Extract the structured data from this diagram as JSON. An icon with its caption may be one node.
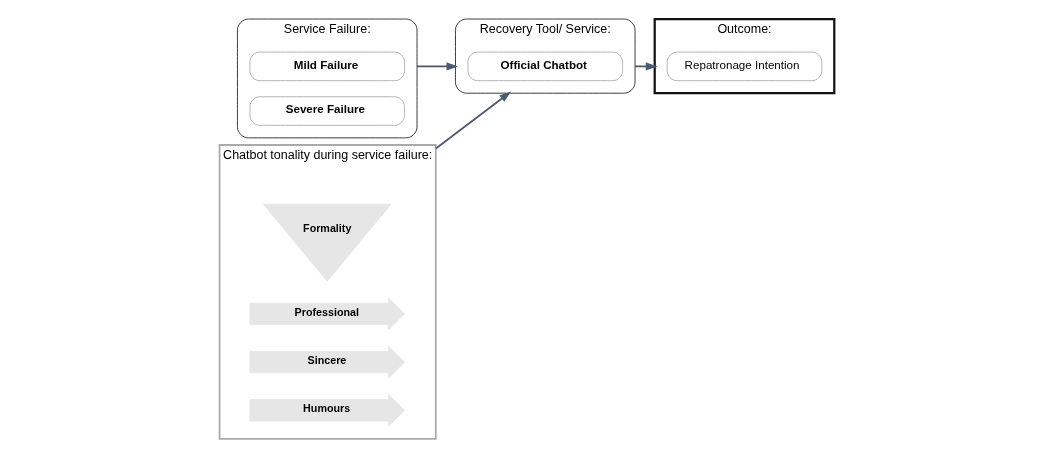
{
  "diagram": {
    "nodes": [
      {
        "text": [
          "Service Failure:"
        ]
      },
      {
        "text": [
          "Mild Failure"
        ],
        "in": 0
      },
      {
        "text": [
          "Severe Failure"
        ],
        "in": 0
      },
      {
        "text": [
          "Recovery Tool/ Service:"
        ]
      },
      {
        "text": [
          "Official Chatbot"
        ],
        "in": 3
      },
      {
        "text": [
          "Outcome:"
        ]
      },
      {
        "text": [
          "Repatronage Intention"
        ],
        "in": 5
      },
      {
        "text": [
          "Chatbot tonality during service failure:"
        ]
      },
      {
        "text": [
          "Formality"
        ],
        "in": 7
      },
      {
        "text": [
          "Professional"
        ],
        "in": 7
      },
      {
        "text": [
          "Sincere"
        ],
        "in": 7
      },
      {
        "text": [
          "Humours"
        ],
        "in": 7
      }
    ],
    "edges": [
      {
        "from": 0,
        "to": 3,
        "arrow": "to"
      },
      {
        "from": 3,
        "to": 5,
        "arrow": "to"
      },
      {
        "from": 7,
        "to": 3,
        "arrow": "to"
      }
    ]
  }
}
